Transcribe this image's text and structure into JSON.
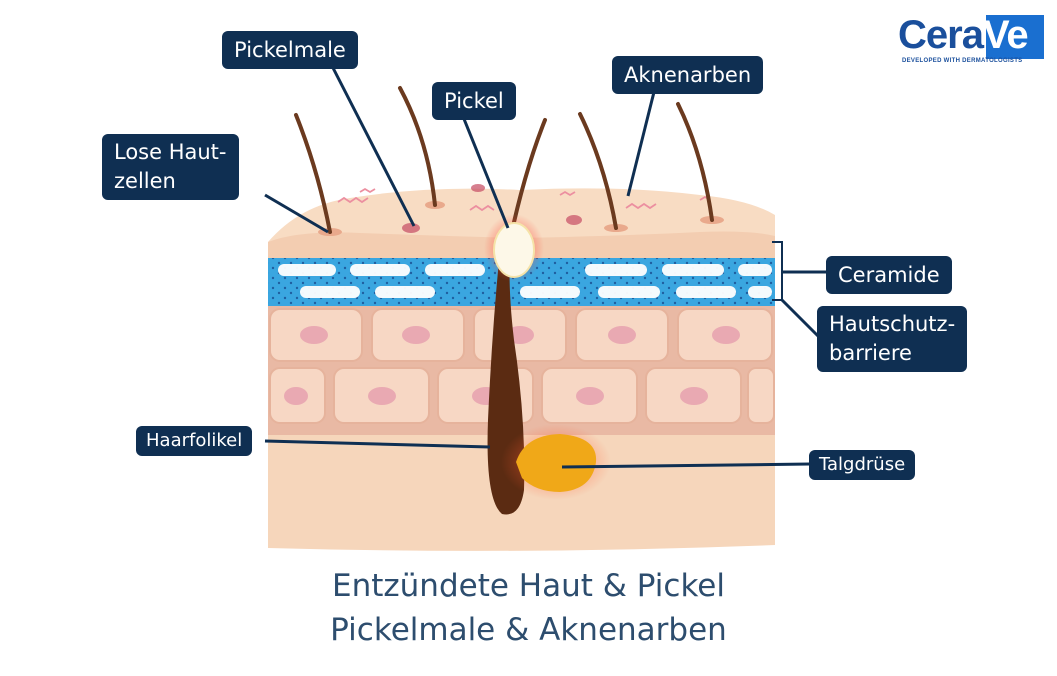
{
  "brand": {
    "name": "CeraVe",
    "name_part1": "Cera",
    "name_part2": "Ve",
    "tagline": "DEVELOPED WITH DERMATOLOGISTS",
    "color_primary": "#1a4f9c",
    "color_box": "#1a6fd0"
  },
  "labels": {
    "pickelmale": "Pickelmale",
    "pickel": "Pickel",
    "aknenarben": "Aknenarben",
    "lose_hautzellen_line1": "Lose Haut-",
    "lose_hautzellen_line2": "zellen",
    "ceramide": "Ceramide",
    "hautschutzbarriere_line1": "Hautschutz-",
    "hautschutzbarriere_line2": "barriere",
    "haarfolikel": "Haarfolikel",
    "talgdruese": "Talgdrüse"
  },
  "caption": {
    "line1": "Entzündete Haut & Pickel",
    "line2": "Pickelmale & Aknenarben"
  },
  "colors": {
    "label_bg": "#0f2f52",
    "caption_text": "#2d4d6e",
    "skin_top": "#f6dcc4",
    "ceramide_blue": "#3aa6e0",
    "sebaceous": "#f0a818",
    "hair": "#6b3a1f"
  }
}
